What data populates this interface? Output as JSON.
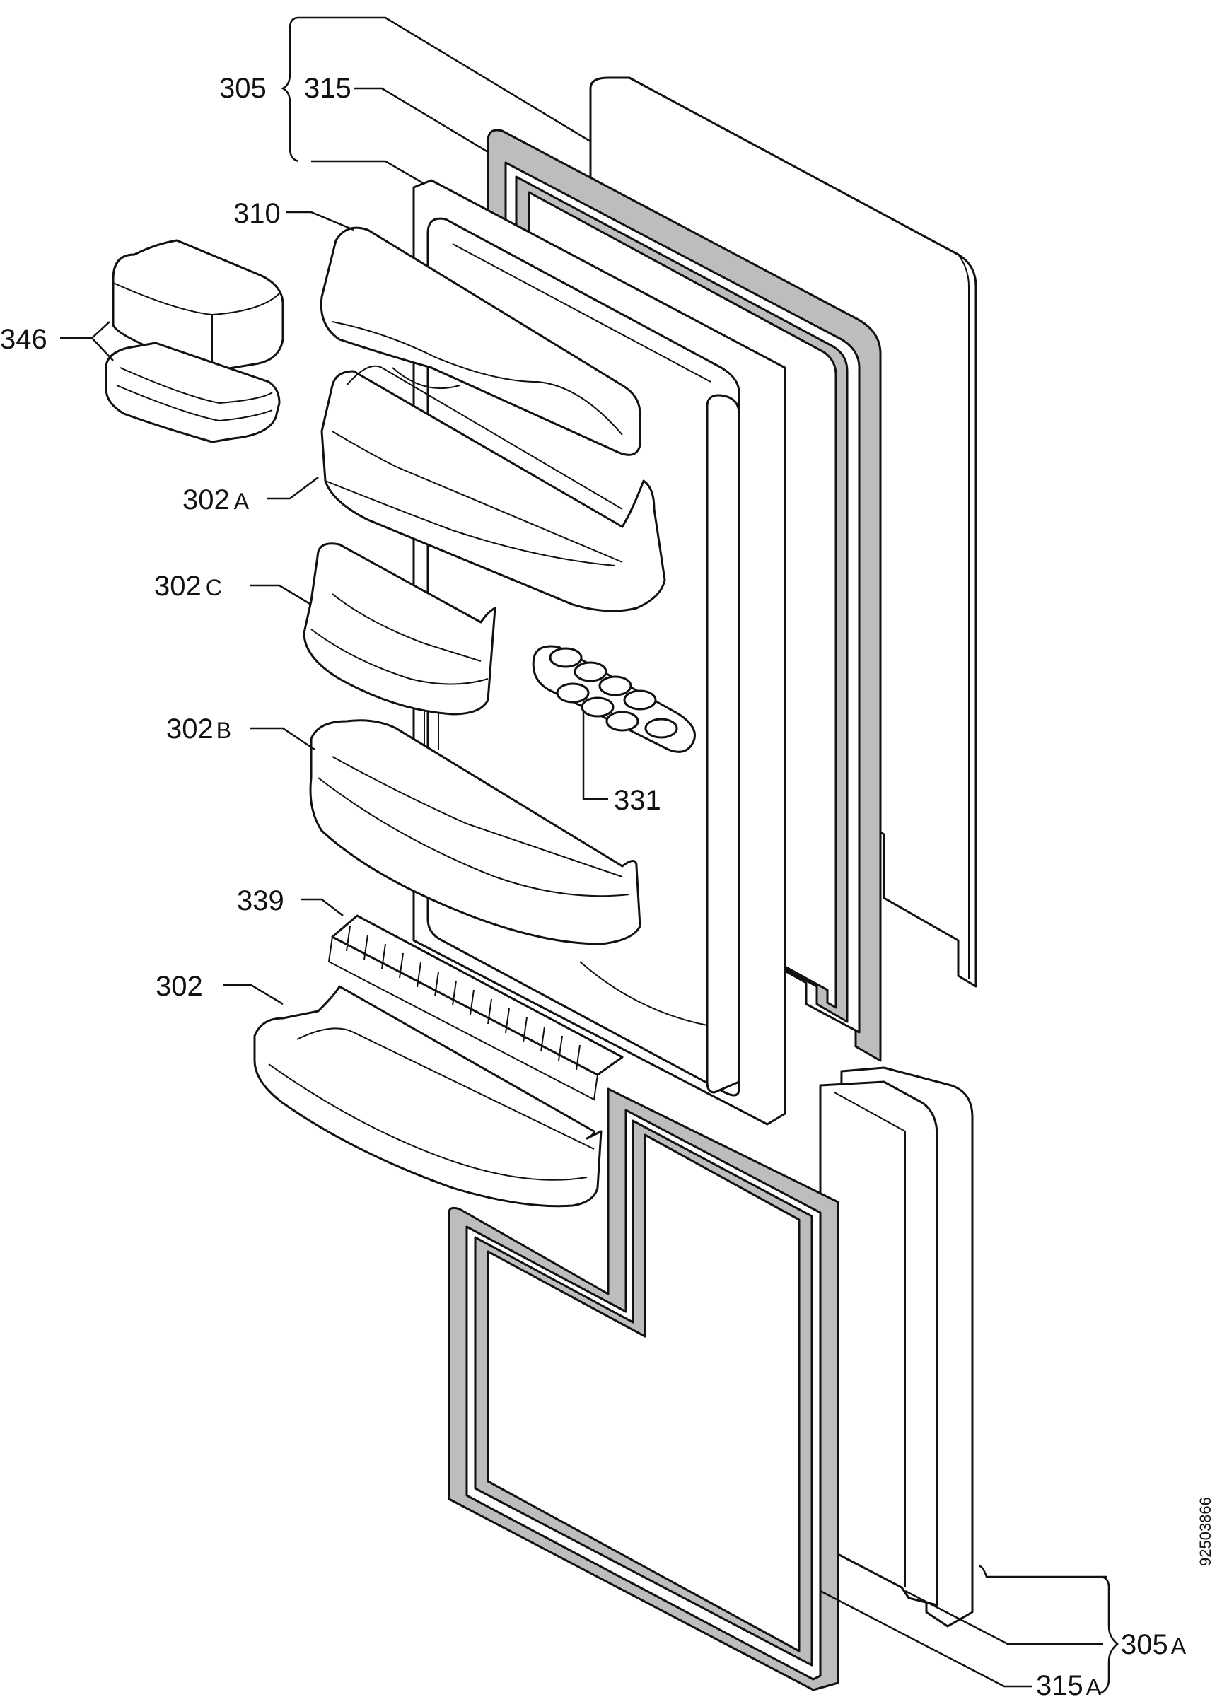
{
  "drawing_number": "92503866",
  "callouts": {
    "c305": "305",
    "c315": "315",
    "c310": "310",
    "c346": "346",
    "c302a": "302",
    "c302a_suffix": "A",
    "c302c": "302",
    "c302c_suffix": "C",
    "c302b": "302",
    "c302b_suffix": "B",
    "c331": "331",
    "c339": "339",
    "c302": "302",
    "c305a": "305",
    "c305a_suffix": "A",
    "c315a": "315",
    "c315a_suffix": "A"
  }
}
